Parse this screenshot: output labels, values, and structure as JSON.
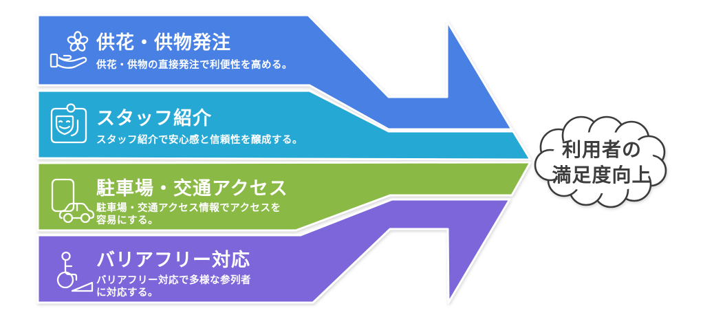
{
  "figure": {
    "steps": [
      {
        "label": "供花・供物発注",
        "desc": [
          "供花・供物の直接発注で利便性を高める。"
        ],
        "color": "#4a80e4",
        "icon": "flower-hand-icon"
      },
      {
        "label": "スタッフ紹介",
        "desc": [
          "スタッフ紹介で安心感と信頼性を醸成する。"
        ],
        "color": "#27a8d5",
        "icon": "staff-badge-icon"
      },
      {
        "label": "駐車場・交通アクセス",
        "desc": [
          "駐車場・交通アクセス情報でアクセスを",
          "容易にする。"
        ],
        "color": "#8ab945",
        "icon": "phone-car-icon"
      },
      {
        "label": "バリアフリー対応",
        "desc": [
          "バリアフリー対応で多様な参列者",
          "に対応する。"
        ],
        "color": "#7d65da",
        "icon": "wheelchair-ramp-icon"
      }
    ],
    "result": {
      "line1": "利用者の",
      "line2": "満足度向上",
      "text_color": "#3d3d3d"
    }
  }
}
